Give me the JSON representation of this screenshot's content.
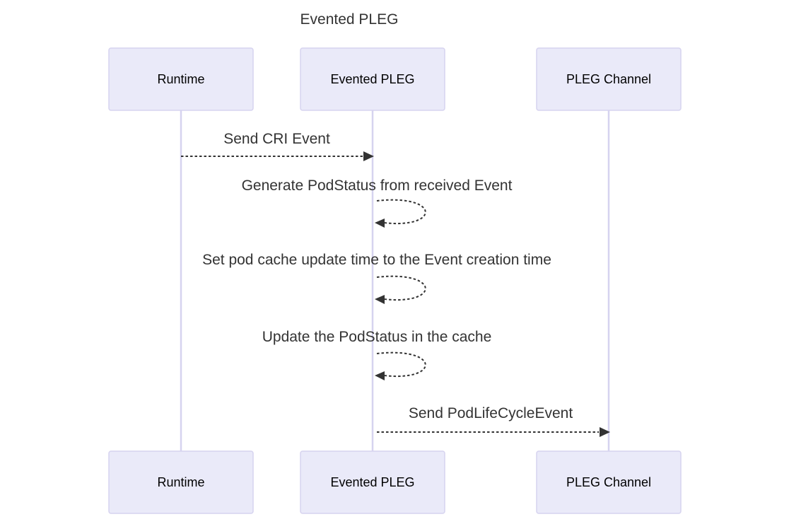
{
  "diagram": {
    "title": "Evented PLEG",
    "participants": [
      {
        "id": "runtime",
        "label": "Runtime"
      },
      {
        "id": "evented_pleg",
        "label": "Evented PLEG"
      },
      {
        "id": "pleg_channel",
        "label": "PLEG Channel"
      }
    ],
    "messages": [
      {
        "from": "runtime",
        "to": "evented_pleg",
        "label": "Send CRI Event",
        "style": "dashed"
      },
      {
        "from": "evented_pleg",
        "to": "evented_pleg",
        "label": "Generate PodStatus from received Event",
        "style": "dashed"
      },
      {
        "from": "evented_pleg",
        "to": "evented_pleg",
        "label": "Set pod cache update time to the Event creation time",
        "style": "dashed"
      },
      {
        "from": "evented_pleg",
        "to": "evented_pleg",
        "label": "Update the PodStatus in the cache",
        "style": "dashed"
      },
      {
        "from": "evented_pleg",
        "to": "pleg_channel",
        "label": "Send PodLifeCycleEvent",
        "style": "dashed"
      }
    ],
    "colors": {
      "actor_fill": "#eaeaf9",
      "actor_border": "#d6d3ef",
      "lifeline": "#d6d3ef",
      "message": "#333333"
    }
  }
}
